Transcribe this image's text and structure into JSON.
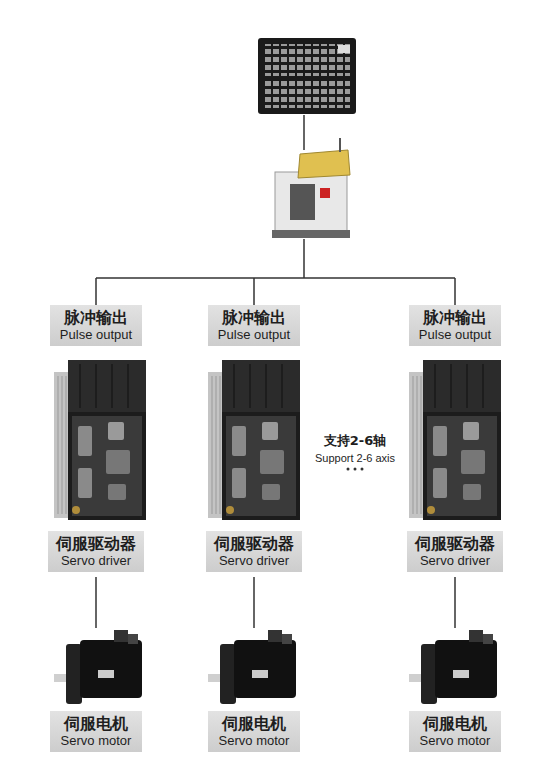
{
  "diagram": {
    "nodes": [
      {
        "text": [
          "脉冲输出",
          "Pulse output"
        ]
      },
      {
        "text": [
          "脉冲输出",
          "Pulse output"
        ]
      },
      {
        "text": [
          "脉冲输出",
          "Pulse output"
        ]
      },
      {
        "text": [
          "伺服驱动器",
          "Servo driver"
        ]
      },
      {
        "text": [
          "伺服驱动器",
          "Servo driver"
        ]
      },
      {
        "text": [
          "伺服驱动器",
          "Servo driver"
        ]
      },
      {
        "text": [
          "伺服电机",
          "Servo motor"
        ]
      },
      {
        "text": [
          "伺服电机",
          "Servo motor"
        ]
      },
      {
        "text": [
          "伺服电机",
          "Servo motor"
        ]
      }
    ],
    "labels": [
      "支持2-6轴",
      "Support 2-6 axis"
    ]
  }
}
